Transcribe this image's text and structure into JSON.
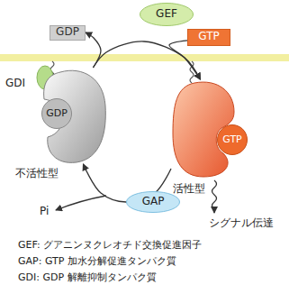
{
  "diagram": {
    "nodes": [
      {
        "text": [
          "GEF"
        ]
      },
      {
        "text": [
          "GDP"
        ]
      },
      {
        "text": [
          "GTP"
        ]
      },
      {
        "text": [
          "不活性型"
        ]
      },
      {
        "text": [
          "GDP"
        ],
        "in": 3
      },
      {
        "text": [
          "活性型"
        ]
      },
      {
        "text": [
          "GTP"
        ],
        "in": 5
      },
      {
        "text": [
          "GAP"
        ]
      }
    ],
    "edges": [
      {
        "from": 3,
        "to": 5,
        "arrow": "to"
      },
      {
        "from": 3,
        "to": 1,
        "arrow": "to"
      },
      {
        "from": 2,
        "to": 5,
        "arrow": "to"
      },
      {
        "from": 5,
        "to": 3,
        "arrow": "to"
      }
    ],
    "labels": [
      "GDI",
      "Pi",
      "シグナル伝達"
    ],
    "legend": [
      {
        "text": "GEF: グアニンヌクレオチド交換促進因子"
      },
      {
        "text": "GAP: GTP 加水分解促進タンパク質"
      },
      {
        "text": "GDI: GDP 解離抑制タンパク質"
      }
    ]
  }
}
